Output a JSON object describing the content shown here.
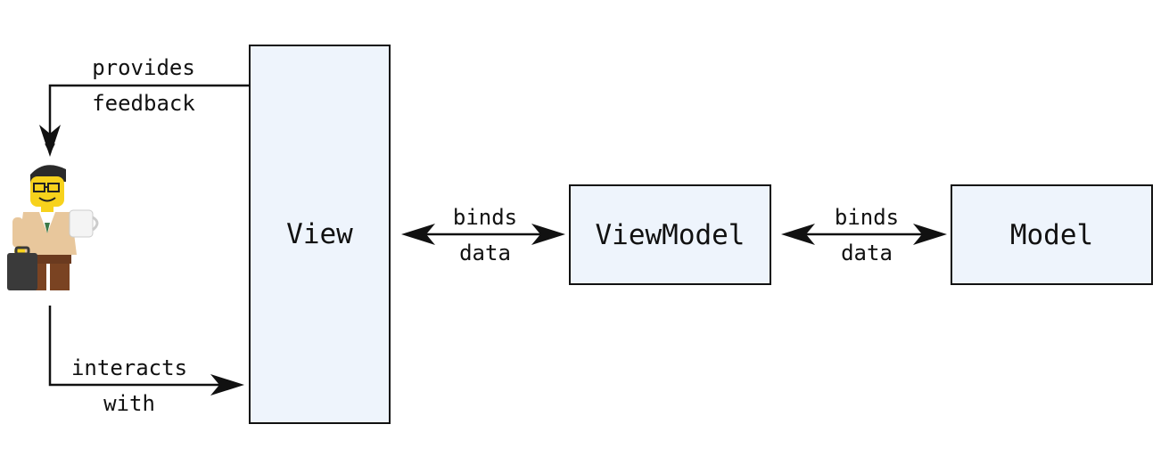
{
  "colors": {
    "box_fill": "#eef4fc",
    "stroke": "#111111",
    "background": "#ffffff"
  },
  "nodes": {
    "view": "View",
    "viewmodel": "ViewModel",
    "model": "Model",
    "user_icon": "lego-developer-figure-icon"
  },
  "edges": {
    "feedback": {
      "line1": "provides",
      "line2": "feedback"
    },
    "interacts": {
      "line1": "interacts",
      "line2": "with"
    },
    "view_vm": {
      "line1": "binds",
      "line2": "data"
    },
    "vm_model": {
      "line1": "binds",
      "line2": "data"
    }
  }
}
